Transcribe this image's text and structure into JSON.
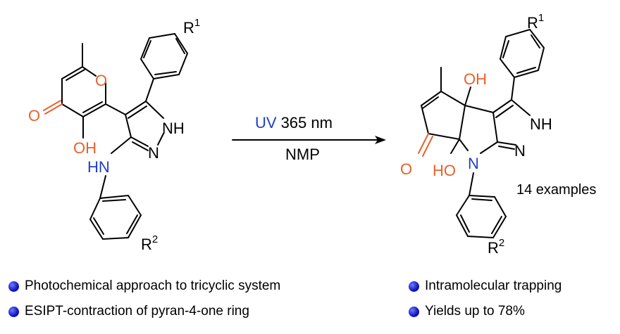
{
  "reactant": {
    "r1": {
      "label": "R",
      "sup": "1"
    },
    "r2": {
      "label": "R",
      "sup": "2"
    },
    "atoms": {
      "o_ring": "O",
      "o_keto": "O",
      "oh": "OH",
      "nh": "NH",
      "n": "N",
      "hn": "HN"
    }
  },
  "product": {
    "r1": {
      "label": "R",
      "sup": "1"
    },
    "r2": {
      "label": "R",
      "sup": "2"
    },
    "atoms": {
      "oh_top": "OH",
      "ho_bottom": "HO",
      "o_keto": "O",
      "nh": "NH",
      "n_ring": "N",
      "n_pyrrole": "N"
    },
    "examples": "14 examples"
  },
  "conditions": {
    "uv": "UV",
    "wavelength": "365 nm",
    "solvent": "NMP"
  },
  "bullets_left": [
    "Photochemical approach to tricyclic system",
    "ESIPT-contraction of pyran-4-one ring"
  ],
  "bullets_right": [
    "Intramolecular trapping",
    "Yields up to 78%"
  ],
  "colors": {
    "oxygen": "#e8612c",
    "nitrogen_uv": "#1f3fc7",
    "bullet": "#1010c0"
  }
}
